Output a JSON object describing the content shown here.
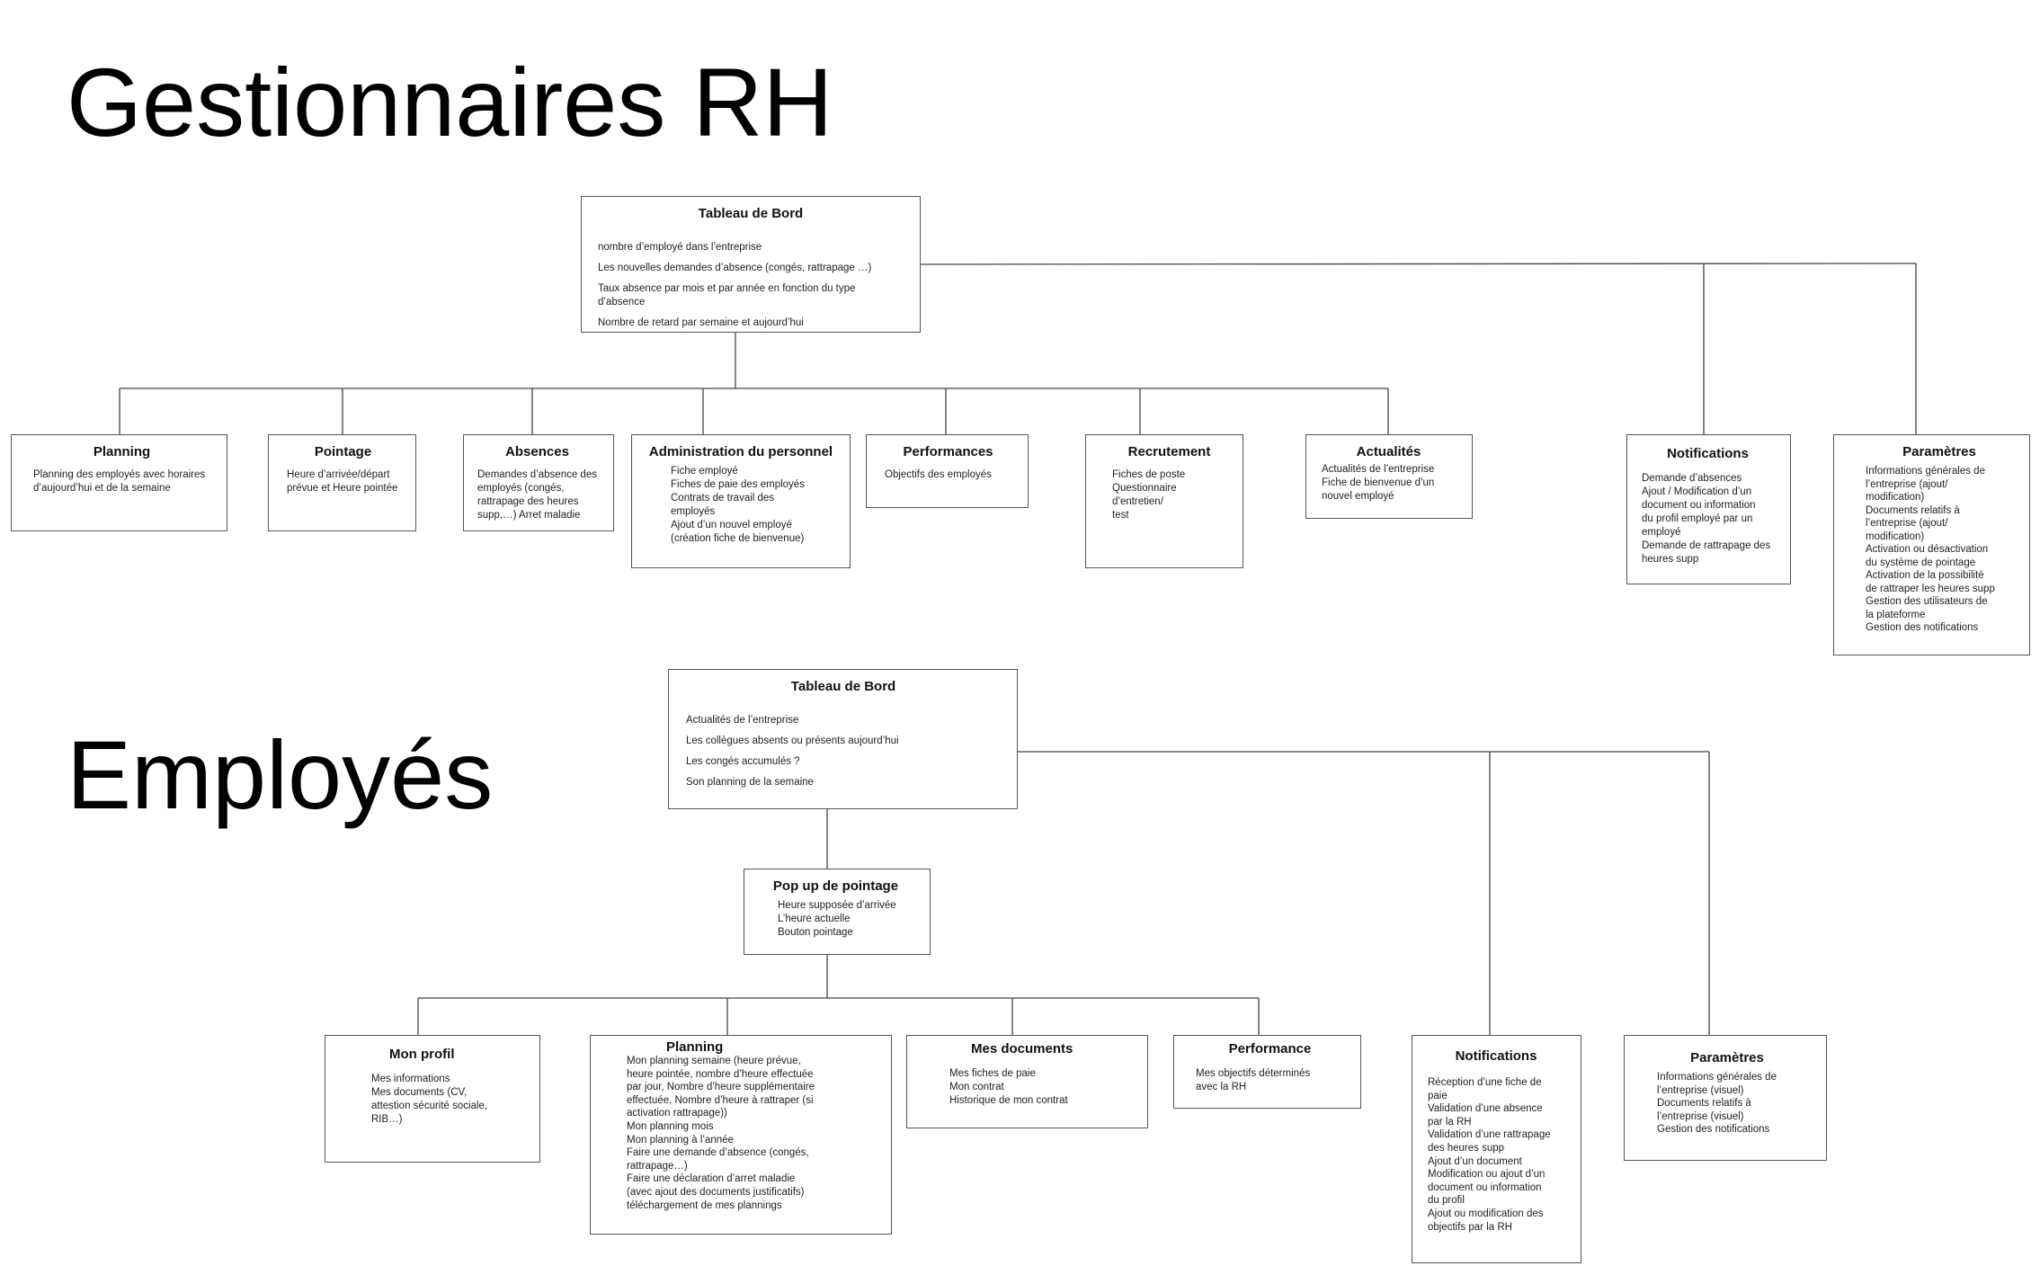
{
  "sections": {
    "rh": {
      "title": "Gestionnaires RH"
    },
    "employes": {
      "title": "Employés"
    }
  },
  "rh": {
    "tableau_de_bord": {
      "title": "Tableau de Bord",
      "lines": [
        "nombre d’employé dans l’entreprise",
        "Les nouvelles demandes d’absence (congés, rattrapage …)",
        "Taux absence par mois et par année en fonction du type d’absence",
        "Nombre de retard par semaine et aujourd’hui"
      ]
    },
    "planning": {
      "title": "Planning",
      "lines": [
        "Planning des employés avec horaires",
        "d’aujourd’hui et de la semaine"
      ]
    },
    "pointage": {
      "title": "Pointage",
      "lines": [
        "Heure d’arrivée/départ",
        "prévue et Heure pointée"
      ]
    },
    "absences": {
      "title": "Absences",
      "lines": [
        "Demandes d’absence des",
        "employés (congés,",
        "rattrapage des heures",
        "supp,…) Arret maladie"
      ]
    },
    "administration": {
      "title": "Administration du personnel",
      "lines": [
        "Fiche employé",
        "Fiches de paie des employés",
        "Contrats de travail des",
        "employés",
        "Ajout d’un nouvel employé",
        "(création fiche de bienvenue)"
      ]
    },
    "performances": {
      "title": "Performances",
      "lines": [
        "Objectifs des employés"
      ]
    },
    "recrutement": {
      "title": "Recrutement",
      "lines": [
        "Fiches de poste",
        "Questionnaire d’entretien/",
        "test"
      ]
    },
    "actualites": {
      "title": "Actualités",
      "lines": [
        "Actualités de l’entreprise",
        "Fiche de bienvenue d’un",
        "nouvel employé"
      ]
    },
    "notifications": {
      "title": "Notifications",
      "lines": [
        "Demande d’absences",
        "Ajout / Modification d’un",
        "document ou information",
        "du profil employé par un",
        "employé",
        "Demande de rattrapage des",
        "heures supp"
      ]
    },
    "parametres": {
      "title": "Paramètres",
      "lines": [
        "Informations générales de",
        "l’entreprise (ajout/",
        "modification)",
        "Documents relatifs à",
        "l’entreprise (ajout/",
        "modification)",
        "Activation ou désactivation",
        "du système de pointage",
        "Activation de la possibilité",
        "de rattraper les heures supp",
        "Gestion des utilisateurs de",
        "la plateforme",
        "Gestion des notifications"
      ]
    }
  },
  "emp": {
    "tableau_de_bord": {
      "title": "Tableau de Bord",
      "lines": [
        "Actualités de l’entreprise",
        "Les collègues absents ou présents aujourd’hui",
        "Les congés accumulés ?",
        "Son planning de la semaine"
      ]
    },
    "popup": {
      "title": "Pop up de pointage",
      "lines": [
        "Heure supposée d’arrivée",
        "L’heure actuelle",
        "Bouton pointage"
      ]
    },
    "mon_profil": {
      "title": "Mon profil",
      "lines": [
        "Mes informations",
        "Mes documents (CV,",
        "attestion sécurité sociale,",
        "RIB…)"
      ]
    },
    "planning": {
      "title": "Planning",
      "lines": [
        "Mon planning semaine (heure prévue,",
        "heure pointée, nombre d’heure effectuée",
        "par jour, Nombre d’heure supplémentaire",
        "effectuée, Nombre d’heure à rattraper (si",
        "activation rattrapage))",
        "Mon planning mois",
        "Mon planning à l’année",
        "Faire une demande d’absence (congés,",
        "rattrapage…)",
        "Faire une déclaration d’arret maladie",
        "(avec ajout des documents justificatifs)",
        "téléchargement de mes plannings"
      ]
    },
    "mes_documents": {
      "title": "Mes documents",
      "lines": [
        "Mes fiches de paie",
        "Mon contrat",
        "Historique de mon contrat"
      ]
    },
    "performance": {
      "title": "Performance",
      "lines": [
        "Mes objectifs déterminés",
        "avec la RH"
      ]
    },
    "notifications": {
      "title": "Notifications",
      "lines": [
        "Réception d’une fiche de",
        "paie",
        "Validation d’une absence",
        "par la RH",
        "Validation d’une rattrapage",
        "des heures supp",
        "Ajout d’un document",
        "Modification ou ajout d’un",
        "document ou information",
        "du profil",
        "Ajout ou modification des",
        "objectifs par la RH"
      ]
    },
    "parametres": {
      "title": "Paramètres",
      "lines": [
        "Informations générales de",
        "l’entreprise (visuel)",
        "Documents relatifs à",
        "l’entreprise (visuel)",
        "Gestion des notifications"
      ]
    }
  }
}
